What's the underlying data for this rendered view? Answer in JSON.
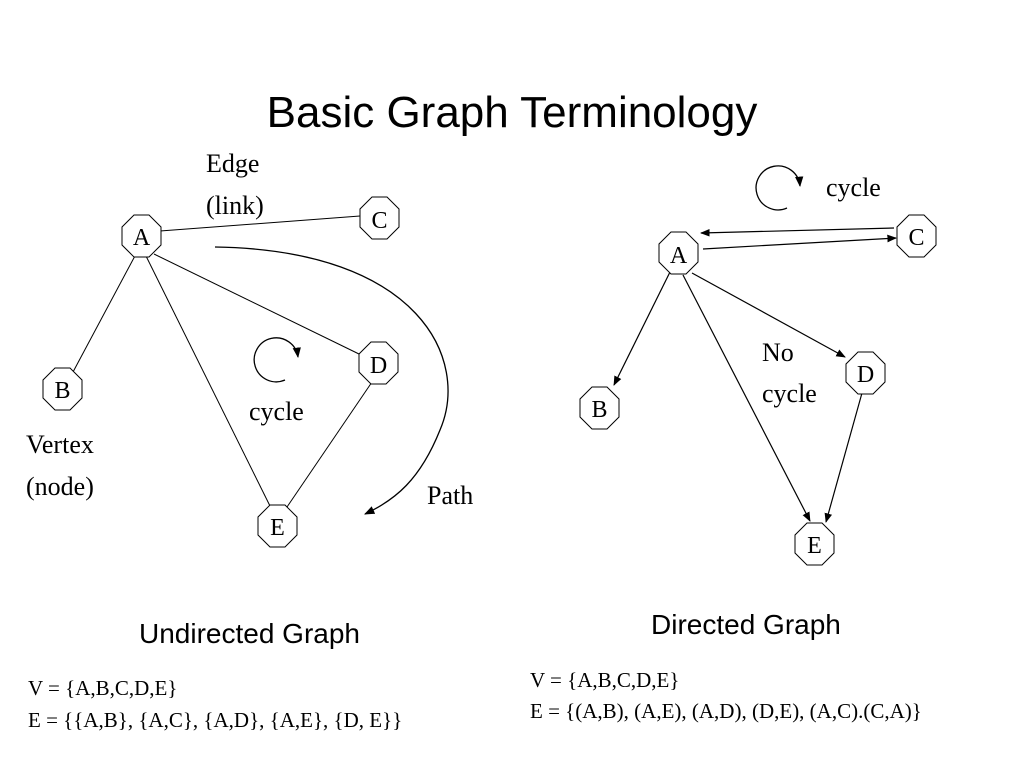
{
  "title": "Basic Graph Terminology",
  "undirected": {
    "caption": "Undirected Graph",
    "nodes": {
      "A": "A",
      "B": "B",
      "C": "C",
      "D": "D",
      "E": "E"
    },
    "edge_label_line1": "Edge",
    "edge_label_line2": "(link)",
    "vertex_label_line1": "Vertex",
    "vertex_label_line2": "(node)",
    "cycle_label": "cycle",
    "path_label": "Path",
    "v_set": "V = {A,B,C,D,E}",
    "e_set": "E = {{A,B}, {A,C}, {A,D}, {A,E}, {D, E}}"
  },
  "directed": {
    "caption": "Directed Graph",
    "nodes": {
      "A": "A",
      "B": "B",
      "C": "C",
      "D": "D",
      "E": "E"
    },
    "cycle_label": "cycle",
    "no_cycle_line1": "No",
    "no_cycle_line2": "cycle",
    "v_set": "V = {A,B,C,D,E}",
    "e_set": "E = {(A,B), (A,E), (A,D), (D,E), (A,C).(C,A)}"
  }
}
